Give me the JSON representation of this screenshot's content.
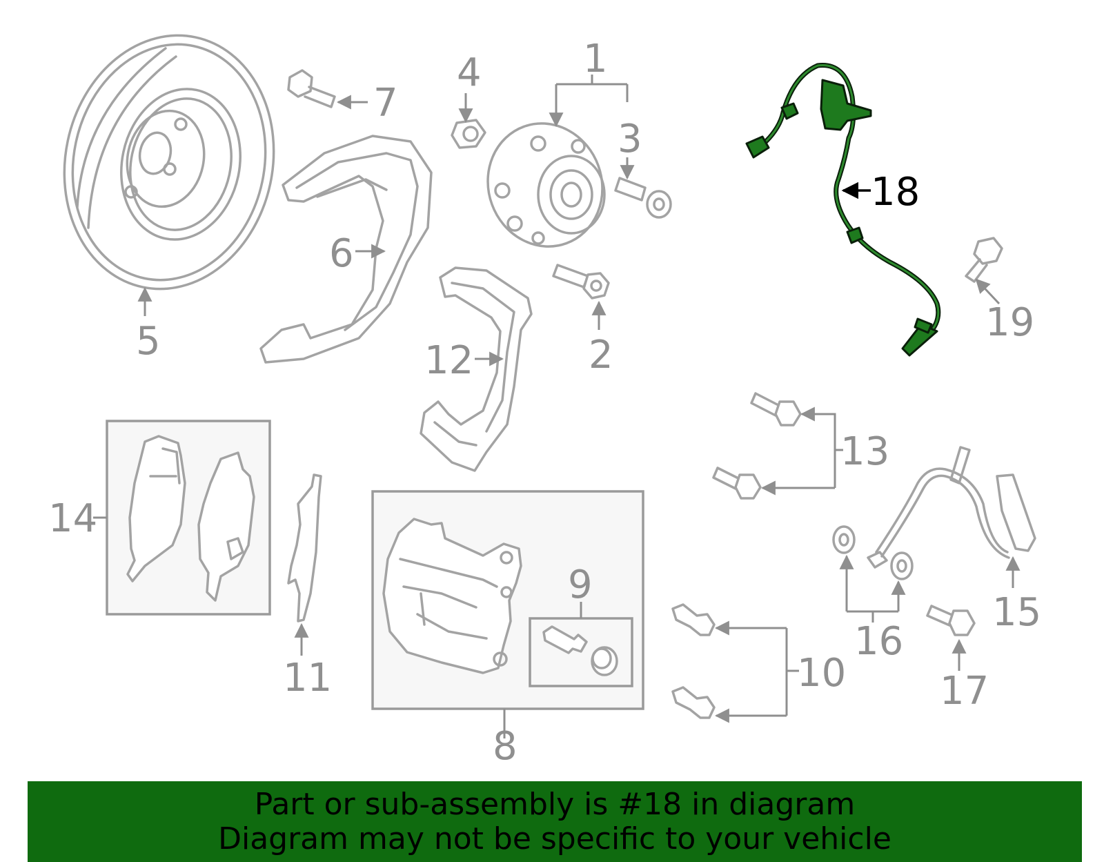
{
  "diagram": {
    "highlighted_part": "18",
    "highlight_color": "#1e7a1e",
    "callouts": {
      "c1": "1",
      "c2": "2",
      "c3": "3",
      "c4": "4",
      "c5": "5",
      "c6": "6",
      "c7": "7",
      "c8": "8",
      "c9": "9",
      "c10": "10",
      "c11": "11",
      "c12": "12",
      "c13": "13",
      "c14": "14",
      "c15": "15",
      "c16": "16",
      "c17": "17",
      "c18": "18",
      "c19": "19"
    }
  },
  "banner": {
    "background": "#0f6b0f",
    "line1": "Part or sub-assembly is #18 in diagram",
    "line2": "Diagram may not be specific to your vehicle"
  }
}
